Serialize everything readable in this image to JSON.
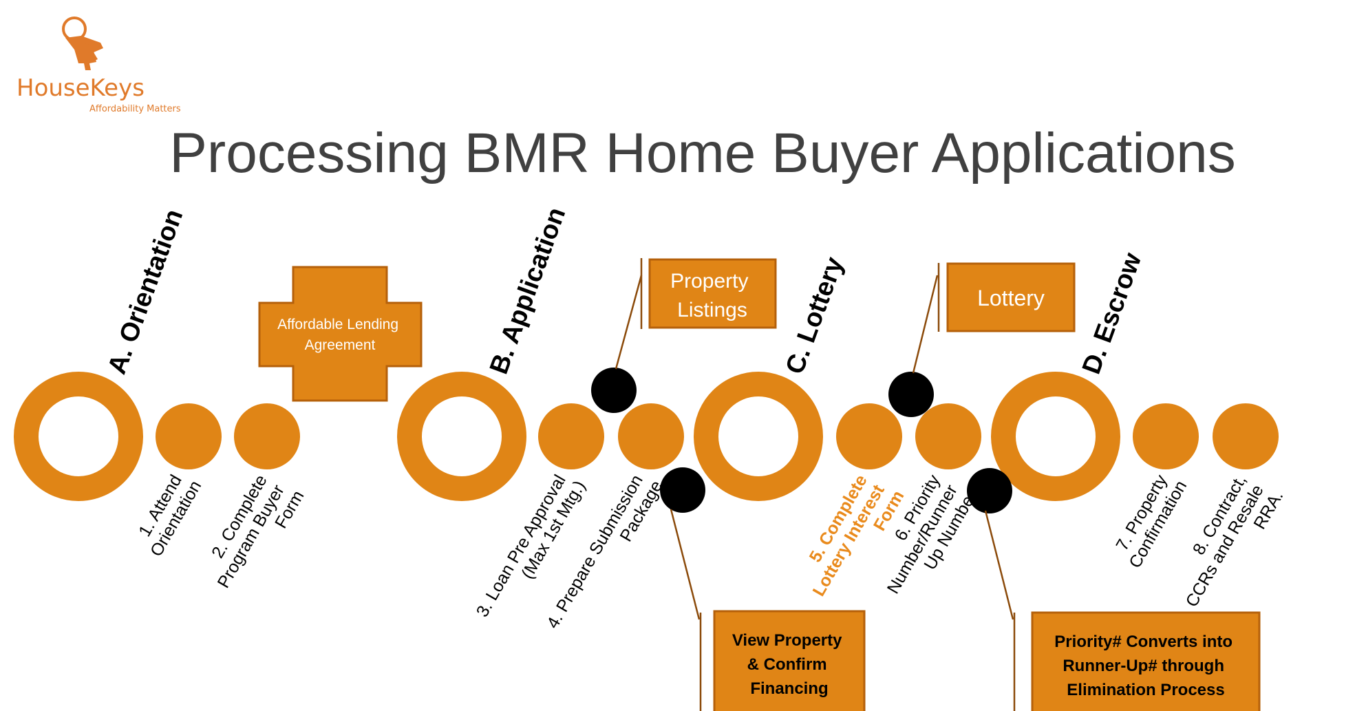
{
  "logo": {
    "name": "HouseKeys",
    "tagline": "Affordability Matters",
    "icon": "keys-icon",
    "color": "#E07A2A"
  },
  "title": "Processing BMR Home Buyer Applications",
  "colors": {
    "orange": "#E08516",
    "orange_border": "#B5600A",
    "orange_text": "#E98A1C",
    "black": "#000000",
    "title": "#404040",
    "white": "#ffffff"
  },
  "stages": [
    {
      "label": "A. Orientation"
    },
    {
      "label": "B. Application"
    },
    {
      "label": "C. Lottery"
    },
    {
      "label": "D. Escrow"
    }
  ],
  "steps": [
    {
      "lines": [
        "1. Attend",
        "Orientation"
      ]
    },
    {
      "lines": [
        "2. Complete",
        "Program Buyer",
        "Form"
      ]
    },
    {
      "lines": [
        "3. Loan Pre Approval",
        "(Max 1st Mtg.)"
      ]
    },
    {
      "lines": [
        "4. Prepare Submission",
        "Package"
      ]
    },
    {
      "lines": [
        "5. Complete",
        "Lottery Interest",
        "Form"
      ],
      "highlight": true
    },
    {
      "lines": [
        "6. Priority",
        "Number/Runner",
        "Up Number"
      ]
    },
    {
      "lines": [
        "7. Property",
        "Confirmation"
      ]
    },
    {
      "lines": [
        "8. Contract,",
        "CCRs and Resale",
        "RRA."
      ],
      "link_words": [
        "Resale",
        "RRA"
      ]
    }
  ],
  "callouts": {
    "affordable_lending": [
      "Affordable Lending",
      "Agreement"
    ],
    "property_listings": [
      "Property",
      "Listings"
    ],
    "lottery": [
      "Lottery"
    ],
    "view_property": [
      "View Property",
      "& Confirm",
      "Financing"
    ],
    "priority_converts": [
      "Priority# Converts into",
      "Runner-Up# through",
      "Elimination Process"
    ]
  }
}
